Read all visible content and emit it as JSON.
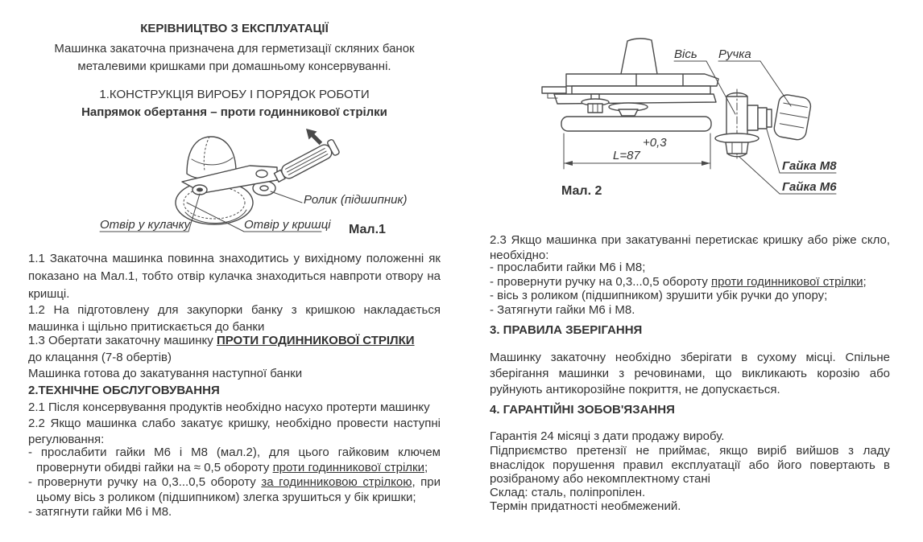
{
  "doc": {
    "left": {
      "title": "КЕРІВНИЦТВО З ЕКСПЛУАТАЦІЇ",
      "intro_line1": "Машинка закаточна призначена для герметизації скляних банок",
      "intro_line2": "металевими кришками при домашньому консервуванні.",
      "section1_heading": "1.КОНСТРУКЦІЯ ВИРОБУ І ПОРЯДОК РОБОТИ",
      "section1_subheading": "Напрямок обертання – проти годинникової стрілки",
      "fig1": {
        "caption": "Мал.1",
        "labels": {
          "roller": "Ролик (підшипник)",
          "cam_hole": "Отвір у кулачку",
          "lid_hole": "Отвір у кришці"
        }
      },
      "p11": "1.1 Закаточна машинка повинна знаходитись у вихідному положенні як показано на Мал.1, тобто отвір кулачка знаходиться навпроти отвору на кришці.",
      "p12": "1.2 На підготовлену для закупорки банку з кришкою накладається машинка і щільно притискається до банки",
      "p13_prefix": "1.3 Обертати закаточну машинку ",
      "p13_emph": "ПРОТИ ГОДИННИКОВОЇ СТРІЛКИ",
      "p13_line2": "до клацання (7-8 обертів)",
      "p13_line3": "Машинка готова до закатування наступної банки",
      "section2_heading": "2.ТЕХНІЧНЕ ОБСЛУГОВУВАННЯ",
      "p21": "2.1 Після консервування продуктів необхідно насухо протерти машинку",
      "p22": "2.2 Якщо машинка слабо закатує кришку, необхідно провести наступні регулювання:",
      "b1_pre": "- прослабити гайки М6 і М8 (мал.2), для цього гайковим ключем провернути обидві гайки на ≈ 0,5 обороту ",
      "b1_u": "проти годинникової стрілки",
      "b1_post": ";",
      "b2_pre": "- провернути ручку на 0,3...0,5 обороту ",
      "b2_u": "за годинниковою стрілкою",
      "b2_post": ", при цьому вісь з роликом (підшипником) злегка зрушиться у бік кришки;",
      "b3": "- затягнути гайки М6 і М8."
    },
    "right": {
      "fig2": {
        "caption": "Мал. 2",
        "labels": {
          "axis": "Вісь",
          "handle": "Ручка",
          "nut_m8": "Гайка М8",
          "nut_m6": "Гайка М6",
          "dim_tolerance": "+0,3",
          "dim_length": "L=87"
        }
      },
      "p23": "2.3 Якщо машинка при закатуванні перетискає кришку або ріже скло, необхідно:",
      "rb1": "- прослабити гайки М6 і М8;",
      "rb2_pre": "- провернути ручку на 0,3...0,5 обороту ",
      "rb2_u": "проти годинникової стрілки",
      "rb2_post": ";",
      "rb3": "- вісь з роликом (підшипником) зрушити убік ручки до упору;",
      "rb4": "- Затягнути гайки М6 і М8.",
      "section3_heading": "3. ПРАВИЛА ЗБЕРІГАННЯ",
      "p3": "Машинку закаточну необхідно зберігати в сухому місці. Спільне зберігання машинки з речовинами, що викликають корозію або руйнують антикорозійне покриття, не допускається.",
      "section4_heading": "4. ГАРАНТІЙНІ ЗОБОВ'ЯЗАННЯ",
      "p4_line1": "Гарантія 24 місяці з дати продажу виробу.",
      "p4_body": "Підприємство претензії не приймає, якщо виріб вийшов з ладу внаслідок порушення правил експлуатації або його повертають в розібраному або некомплектному стані",
      "p4_materials": "Склад: сталь, поліпропілен.",
      "p4_shelf_life": "Термін придатності необмежений."
    }
  }
}
